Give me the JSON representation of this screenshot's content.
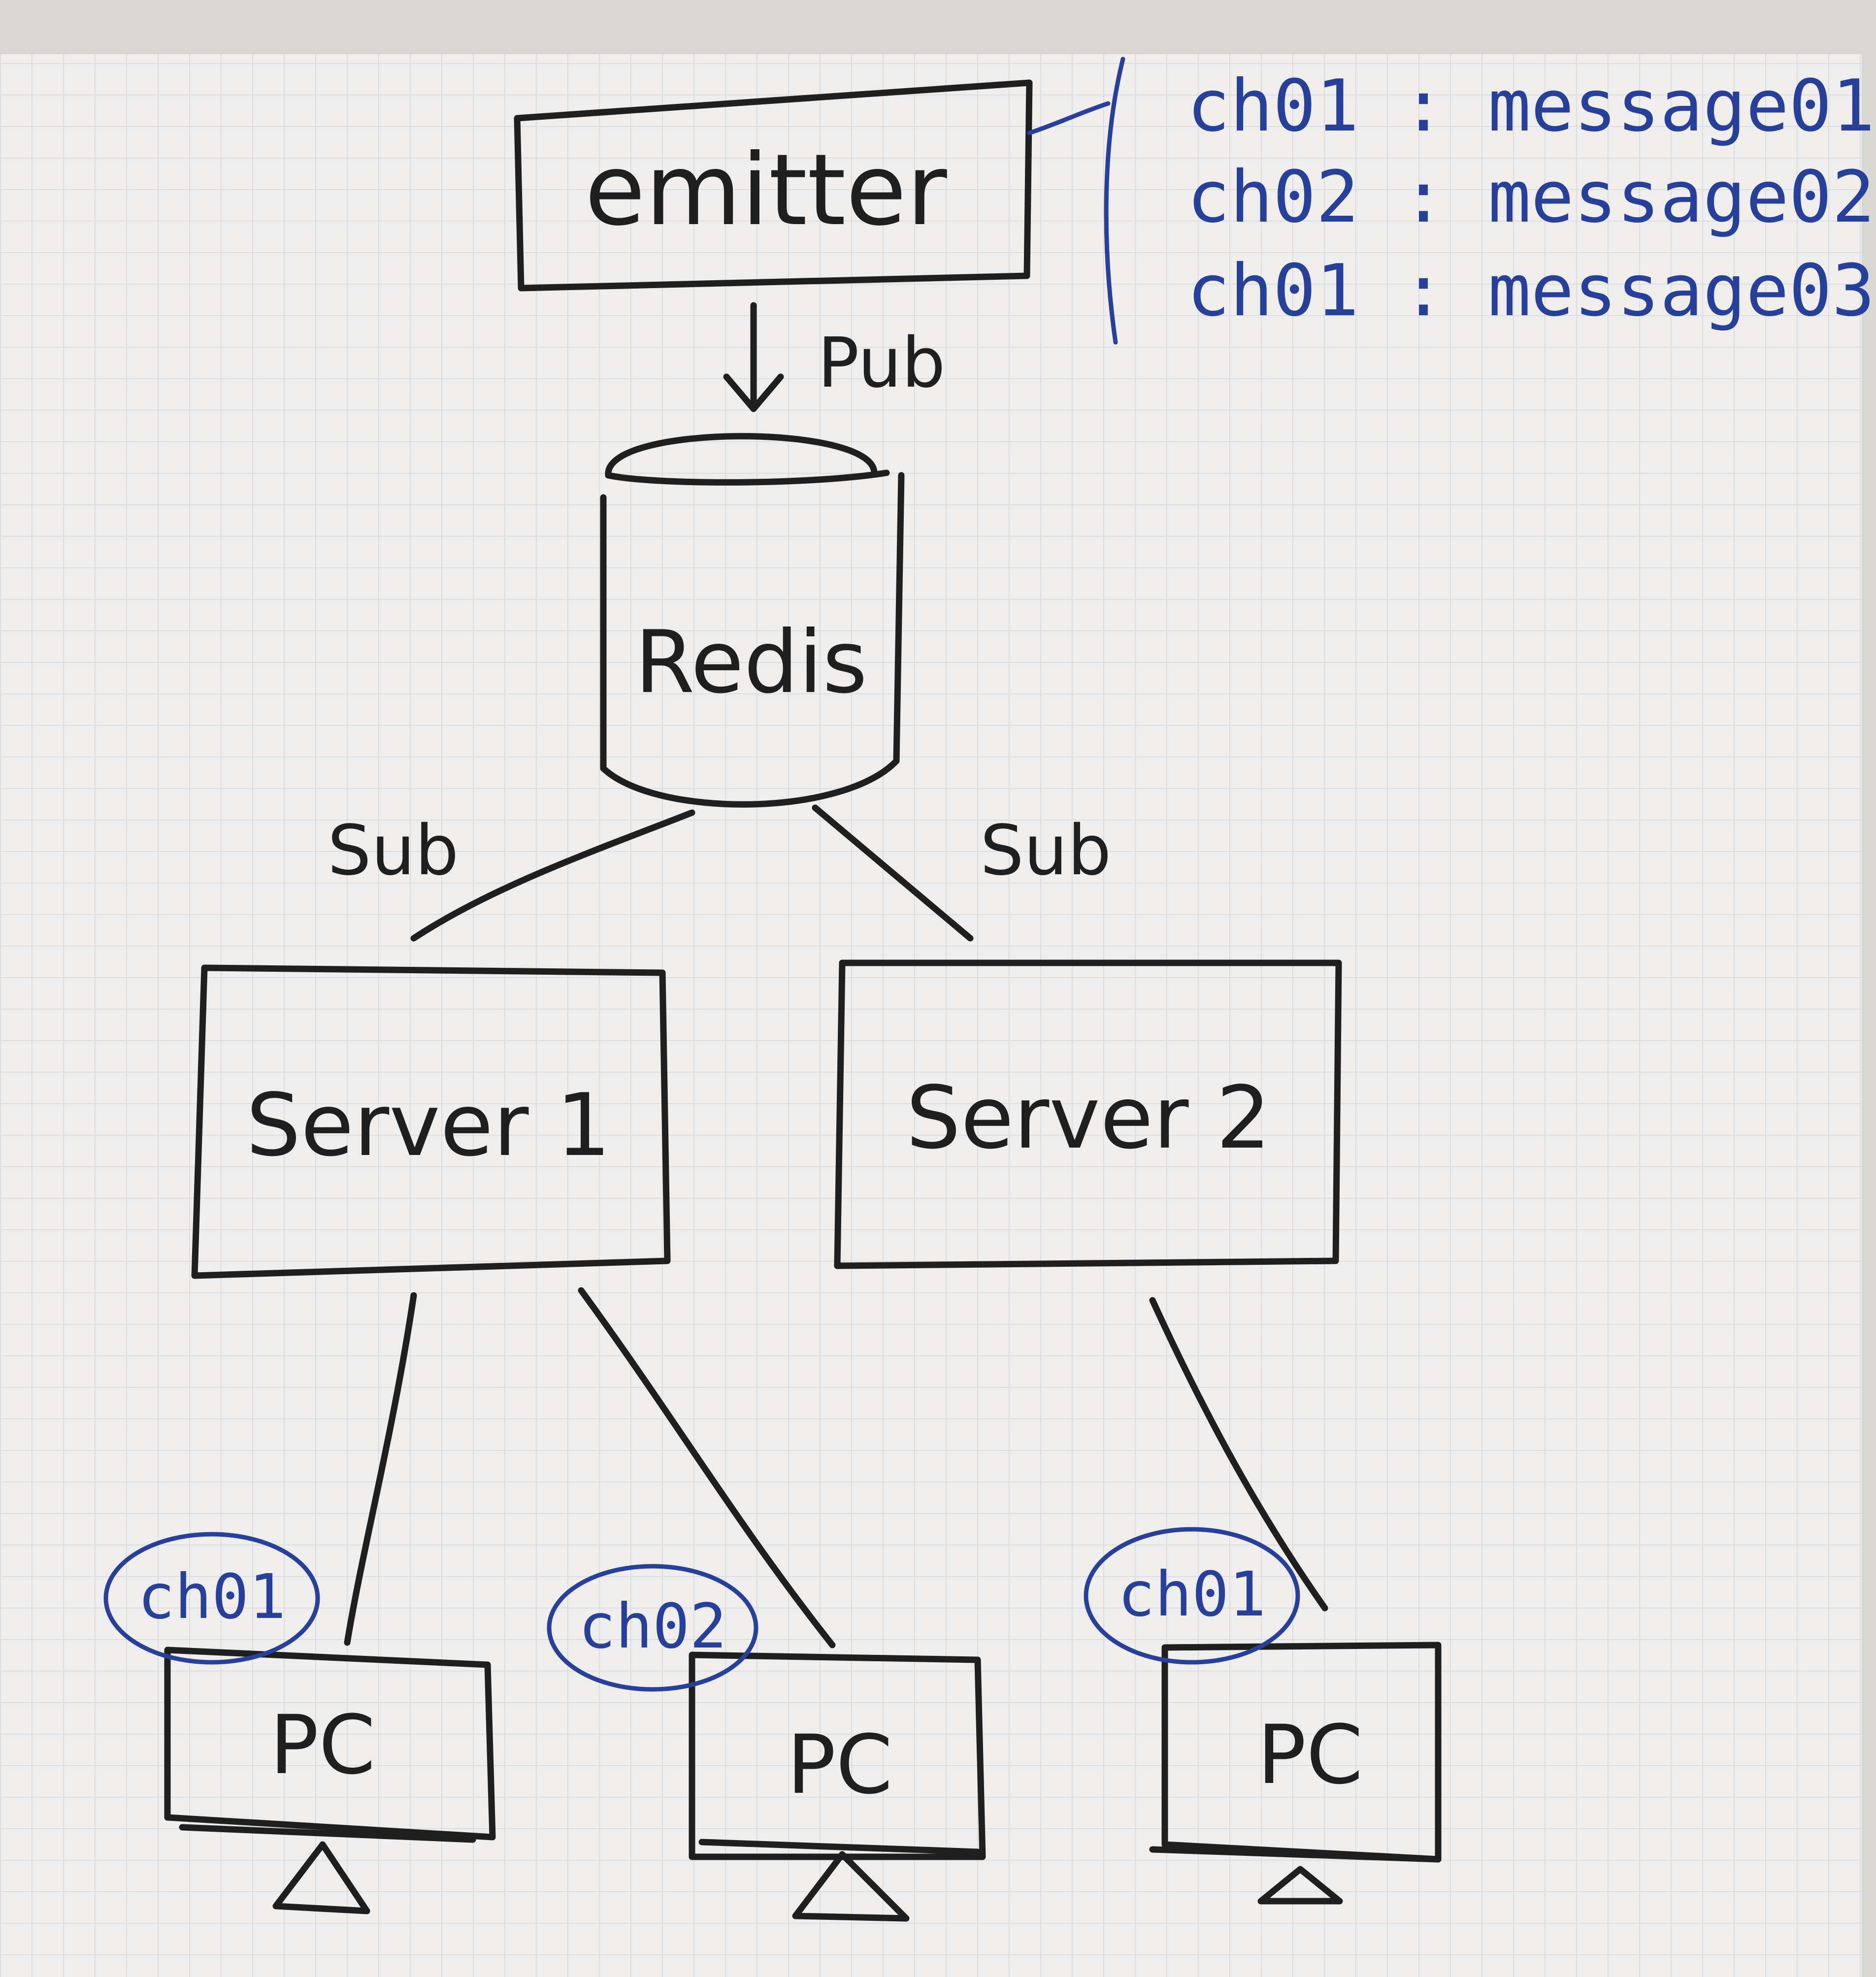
{
  "nodes": {
    "emitter": "emitter",
    "redis": "Redis",
    "server1": "Server 1",
    "server2": "Server 2",
    "pc1": "PC",
    "pc2": "PC",
    "pc3": "PC"
  },
  "edges": {
    "pub": "Pub",
    "sub_left": "Sub",
    "sub_right": "Sub"
  },
  "messages": [
    "ch01 : message01",
    "ch02 : message02",
    "ch01 : message03"
  ],
  "channels": {
    "pc1": "ch01",
    "pc2": "ch02",
    "pc3": "ch01"
  },
  "colors": {
    "ink": "#1f1f1f",
    "blue_ink": "#27409a",
    "paper": "#efeeed",
    "grid": "#d8dbe0"
  }
}
